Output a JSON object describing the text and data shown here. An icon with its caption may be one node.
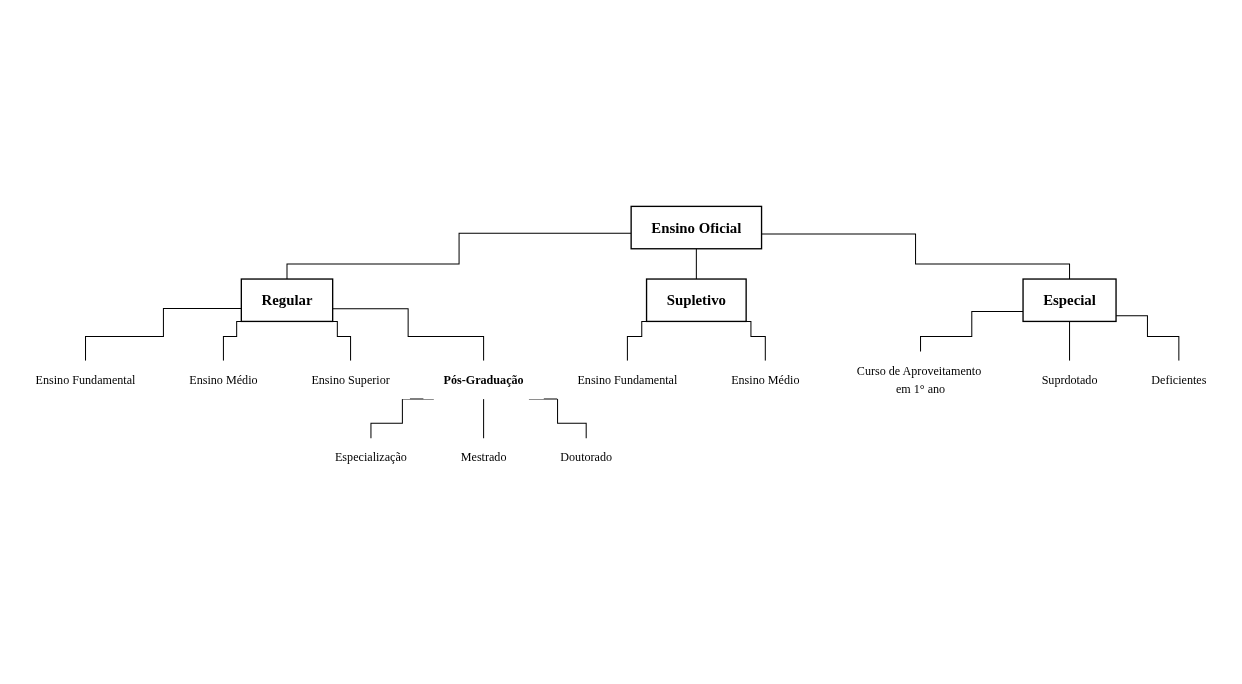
{
  "diagram": {
    "nodes": [
      {
        "text": [
          "Ensino Oficial"
        ]
      },
      {
        "text": [
          "Regular"
        ]
      },
      {
        "text": [
          "Supletivo"
        ]
      },
      {
        "text": [
          "Especial"
        ]
      },
      {
        "text": [
          "Ensino Fundamental"
        ]
      },
      {
        "text": [
          "Ensino Médio"
        ]
      },
      {
        "text": [
          "Ensino Superior"
        ]
      },
      {
        "text": [
          "Pós-Graduação"
        ]
      },
      {
        "text": [
          "Ensino Fundamental"
        ]
      },
      {
        "text": [
          "Ensino Médio"
        ]
      },
      {
        "text": [
          "Curso de Aproveitamento em 1° ano"
        ]
      },
      {
        "text": [
          "Suprdotado"
        ]
      },
      {
        "text": [
          "Deficientes"
        ]
      },
      {
        "text": [
          "Especialização"
        ]
      },
      {
        "text": [
          "Mestrado"
        ]
      },
      {
        "text": [
          "Doutorado"
        ]
      }
    ],
    "edges": [
      {
        "from": 0,
        "to": 1,
        "arrow": "none"
      },
      {
        "from": 0,
        "to": 2,
        "arrow": "none"
      },
      {
        "from": 0,
        "to": 3,
        "arrow": "none"
      },
      {
        "from": 1,
        "to": 4,
        "arrow": "none"
      },
      {
        "from": 1,
        "to": 5,
        "arrow": "none"
      },
      {
        "from": 1,
        "to": 6,
        "arrow": "none"
      },
      {
        "from": 1,
        "to": 7,
        "arrow": "none"
      },
      {
        "from": 2,
        "to": 8,
        "arrow": "none"
      },
      {
        "from": 2,
        "to": 9,
        "arrow": "none"
      },
      {
        "from": 3,
        "to": 10,
        "arrow": "none"
      },
      {
        "from": 3,
        "to": 11,
        "arrow": "none"
      },
      {
        "from": 3,
        "to": 12,
        "arrow": "none"
      },
      {
        "from": 7,
        "to": 13,
        "arrow": "none"
      },
      {
        "from": 7,
        "to": 14,
        "arrow": "none"
      },
      {
        "from": 7,
        "to": 15,
        "arrow": "none"
      }
    ]
  }
}
